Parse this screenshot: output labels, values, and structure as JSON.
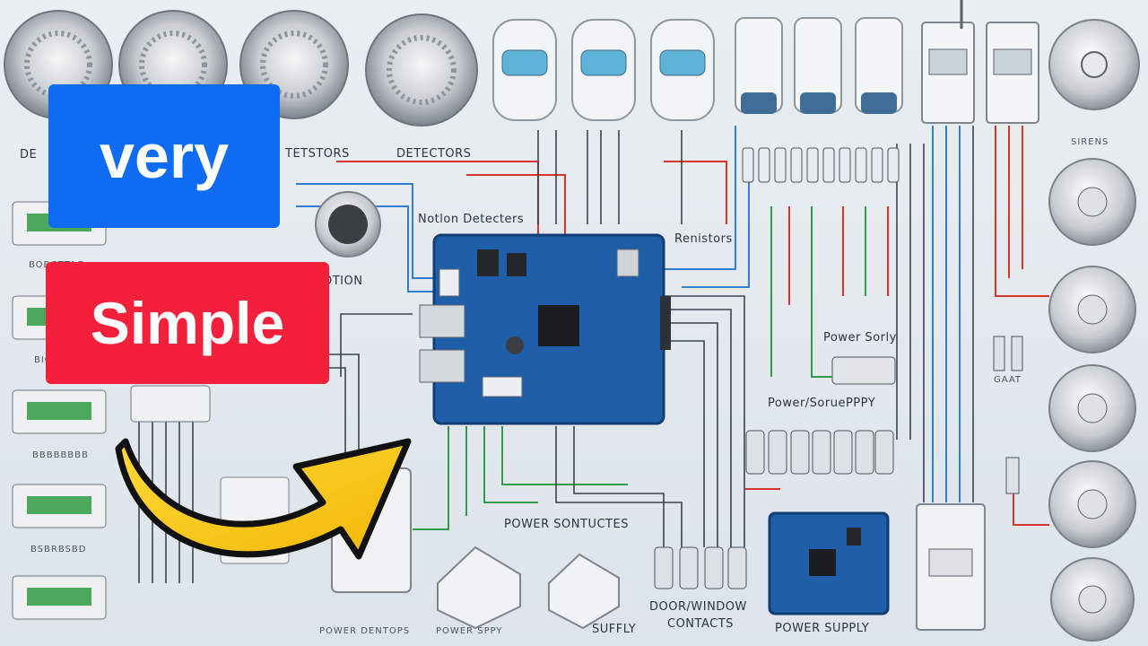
{
  "overlay": {
    "word_top": "very",
    "word_bottom": "Simple"
  },
  "diagram_labels": {
    "detectors_left": "DE",
    "detectors_mid": "TETSTORS",
    "detectors_right": "DETECTORS",
    "motion_detectors": "Notlon Detecters",
    "motion": "OTION",
    "resistors": "Renistors",
    "power_supply_right": "Power Sorly",
    "power_supply_mid": "Power/SoruePPPY",
    "power_contacts": "POWER SONTUCTES",
    "supply": "SUFFLY",
    "door_window_1": "DOOR/WINDOW",
    "door_window_2": "CONTACTS",
    "power_supply_bottom": "POWER SUPPLY",
    "power_dentops": "POWER DENTOPS",
    "power_spy": "POWER SPPY",
    "sirens": "SIRENS",
    "terminal_1": "BOBGTTAG",
    "terminal_2": "BIGMOT",
    "terminal_3": "BBBBBBBB",
    "terminal_4": "BSBRBSBD",
    "relay_small": "GAAT"
  },
  "colors": {
    "blue_badge": "#0e6bf2",
    "red_badge": "#f2203a",
    "arrow_yellow": "#f6c515",
    "pcb_blue": "#1f5ea8",
    "wire_red": "#d9342b",
    "wire_blue": "#2f7ecf",
    "wire_green": "#2e9c4a"
  }
}
